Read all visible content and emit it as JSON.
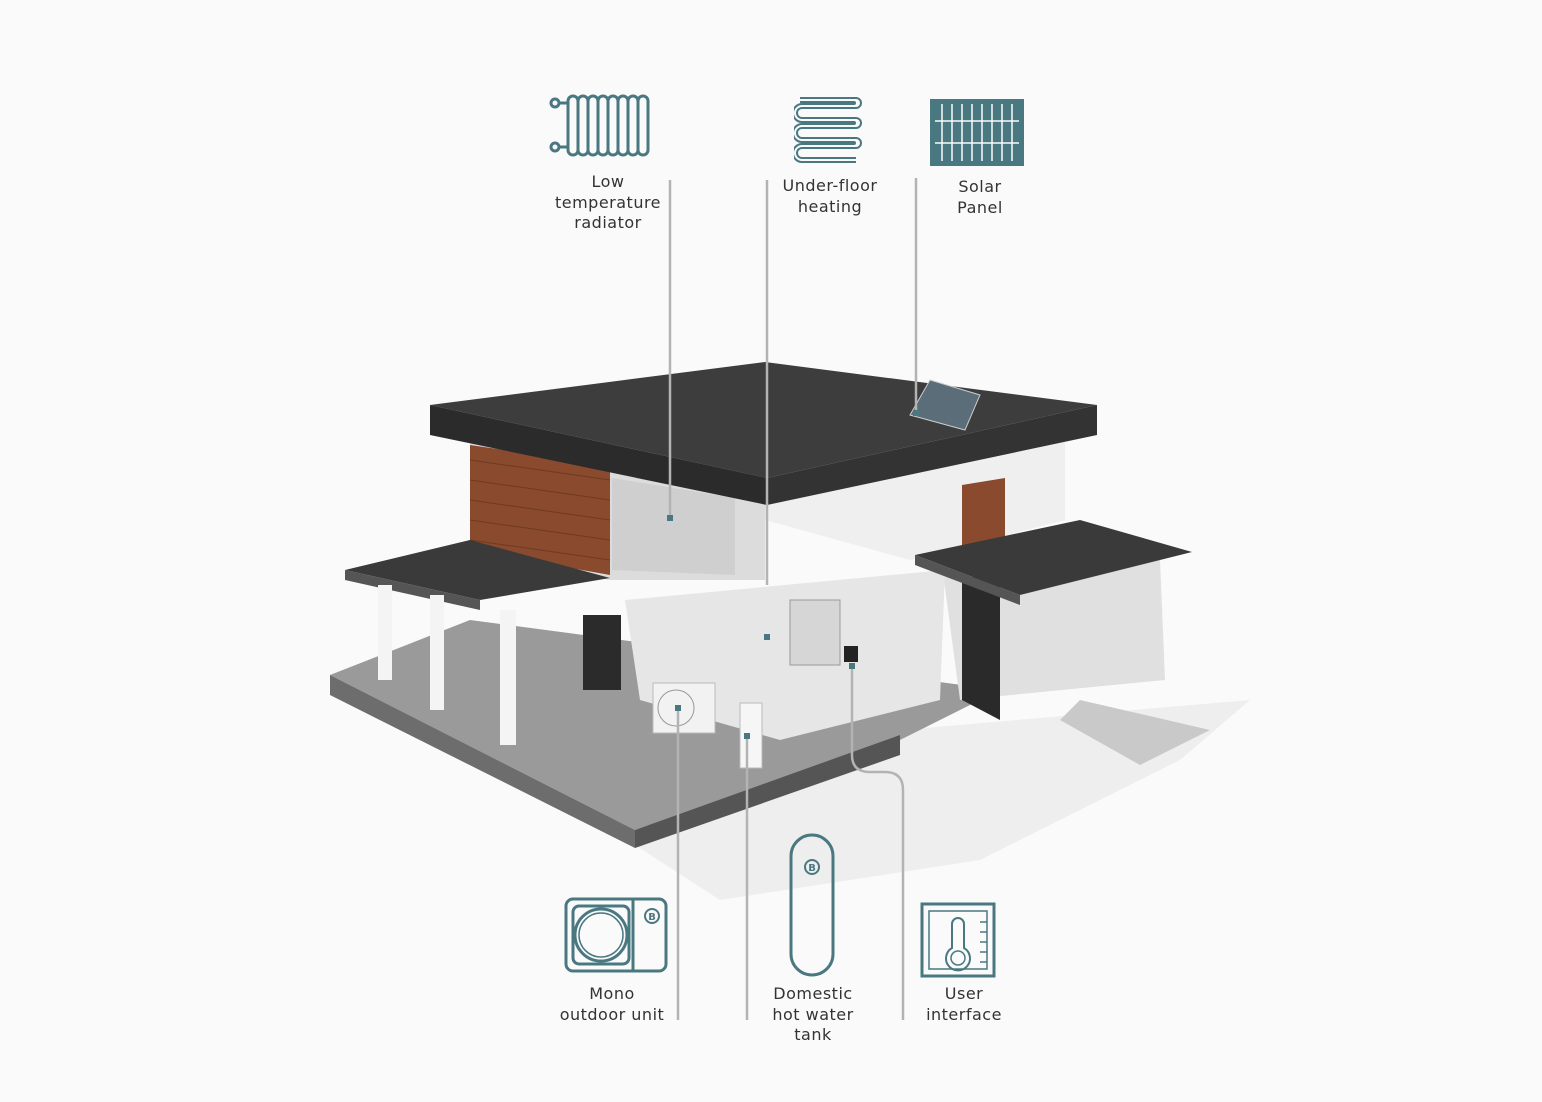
{
  "colors": {
    "accent": "#4a7881",
    "leader": "#b3b3b3",
    "background": "#fafafa"
  },
  "components": {
    "radiator": {
      "icon": "radiator-icon",
      "lines": [
        "Low",
        "temperature",
        "radiator"
      ]
    },
    "underfloor": {
      "icon": "underfloor-heating-icon",
      "lines": [
        "Under-floor",
        "heating"
      ]
    },
    "solar": {
      "icon": "solar-panel-icon",
      "lines": [
        "Solar",
        "Panel"
      ]
    },
    "outdoor_unit": {
      "icon": "outdoor-unit-icon",
      "lines": [
        "Mono",
        "outdoor unit"
      ]
    },
    "tank": {
      "icon": "hot-water-tank-icon",
      "lines": [
        "Domestic",
        "hot water",
        "tank"
      ]
    },
    "user_interface": {
      "icon": "thermostat-icon",
      "lines": [
        "User",
        "interface"
      ]
    }
  }
}
